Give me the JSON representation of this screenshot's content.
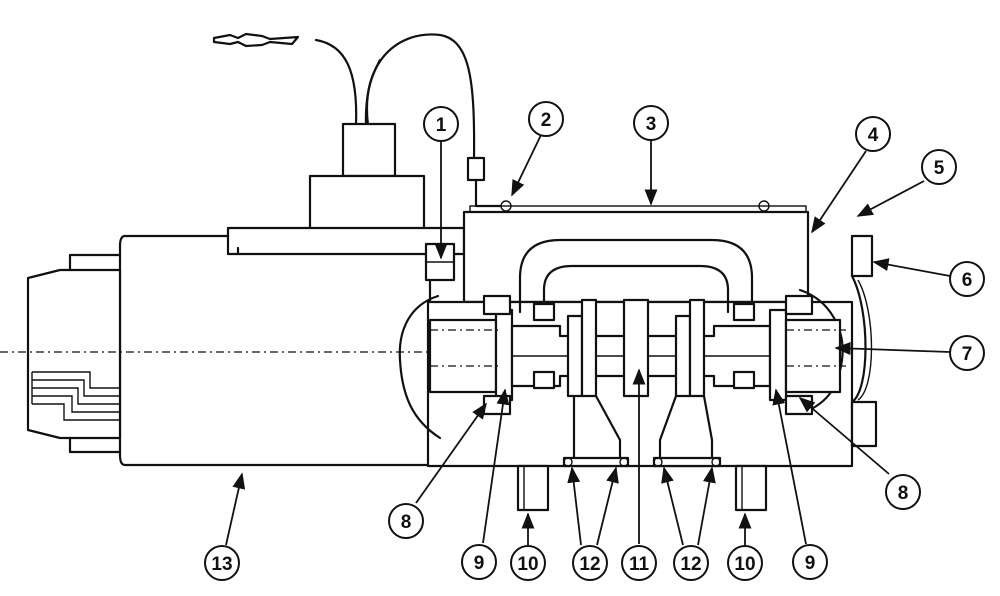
{
  "callouts": [
    {
      "id": "c1",
      "label": "1"
    },
    {
      "id": "c2",
      "label": "2"
    },
    {
      "id": "c3",
      "label": "3"
    },
    {
      "id": "c4",
      "label": "4"
    },
    {
      "id": "c5",
      "label": "5"
    },
    {
      "id": "c6",
      "label": "6"
    },
    {
      "id": "c7",
      "label": "7"
    },
    {
      "id": "c8r",
      "label": "8"
    },
    {
      "id": "c8l",
      "label": "8"
    },
    {
      "id": "c9l",
      "label": "9"
    },
    {
      "id": "c10l",
      "label": "10"
    },
    {
      "id": "c12l",
      "label": "12"
    },
    {
      "id": "c11",
      "label": "11"
    },
    {
      "id": "c12r",
      "label": "12"
    },
    {
      "id": "c10r",
      "label": "10"
    },
    {
      "id": "c9r",
      "label": "9"
    },
    {
      "id": "c13",
      "label": "13"
    }
  ]
}
